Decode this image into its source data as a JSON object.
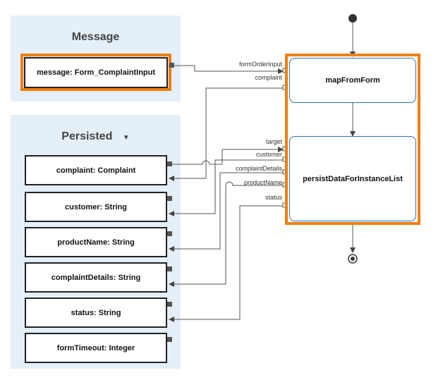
{
  "message_panel": {
    "title": "Message",
    "items": [
      {
        "label": "message: Form_ComplaintInput"
      }
    ]
  },
  "persisted_panel": {
    "title": "Persisted",
    "dropdown_icon": "caret-down-icon",
    "items": [
      {
        "label": "complaint: Complaint"
      },
      {
        "label": "customer: String"
      },
      {
        "label": "productName: String"
      },
      {
        "label": "complaintDetails: String"
      },
      {
        "label": "status: String"
      },
      {
        "label": "formTimeout: Integer"
      }
    ]
  },
  "flow": {
    "actions": [
      {
        "label": "mapFromForm",
        "pins": [
          "formOrderInput",
          "complaint"
        ]
      },
      {
        "label": "persistDataForInstanceList",
        "pins": [
          "target",
          "customer",
          "complaintDetails",
          "productName",
          "status"
        ]
      }
    ]
  },
  "colors": {
    "panel_bg": "#e4eff8",
    "selection": "#f07f0f",
    "action_border": "#2e6fbf"
  }
}
